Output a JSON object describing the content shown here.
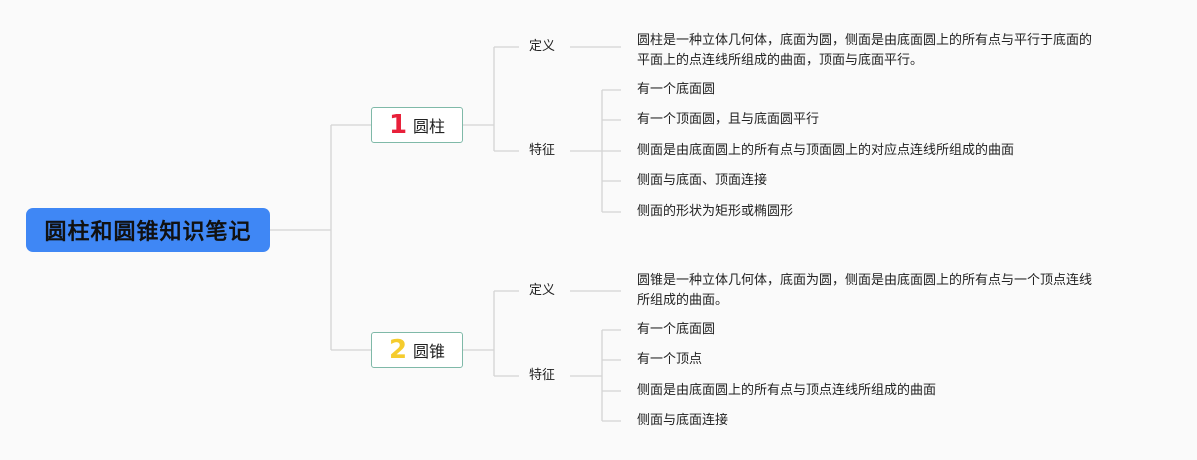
{
  "root": {
    "title": "圆柱和圆锥知识笔记",
    "color": "#3f87f5"
  },
  "colors": {
    "line": "#d4d4d4",
    "branch_border": "#7fb9a8",
    "badge1": "#e8203a",
    "badge2": "#f5cc2e"
  },
  "branches": [
    {
      "badge": "1",
      "title": "圆柱",
      "definition_label": "定义",
      "definition": [
        "圆柱是一种立体几何体，底面为圆，侧面是由底面圆上的所有点与平行于底面的",
        "平面上的点连线所组成的曲面，顶面与底面平行。"
      ],
      "features_label": "特征",
      "features": [
        "有一个底面圆",
        "有一个顶面圆，且与底面圆平行",
        "侧面是由底面圆上的所有点与顶面圆上的对应点连线所组成的曲面",
        "侧面与底面、顶面连接",
        "侧面的形状为矩形或椭圆形"
      ]
    },
    {
      "badge": "2",
      "title": "圆锥",
      "definition_label": "定义",
      "definition": [
        "圆锥是一种立体几何体，底面为圆，侧面是由底面圆上的所有点与一个顶点连线",
        "所组成的曲面。"
      ],
      "features_label": "特征",
      "features": [
        "有一个底面圆",
        "有一个顶点",
        "侧面是由底面圆上的所有点与顶点连线所组成的曲面",
        "侧面与底面连接"
      ]
    }
  ]
}
